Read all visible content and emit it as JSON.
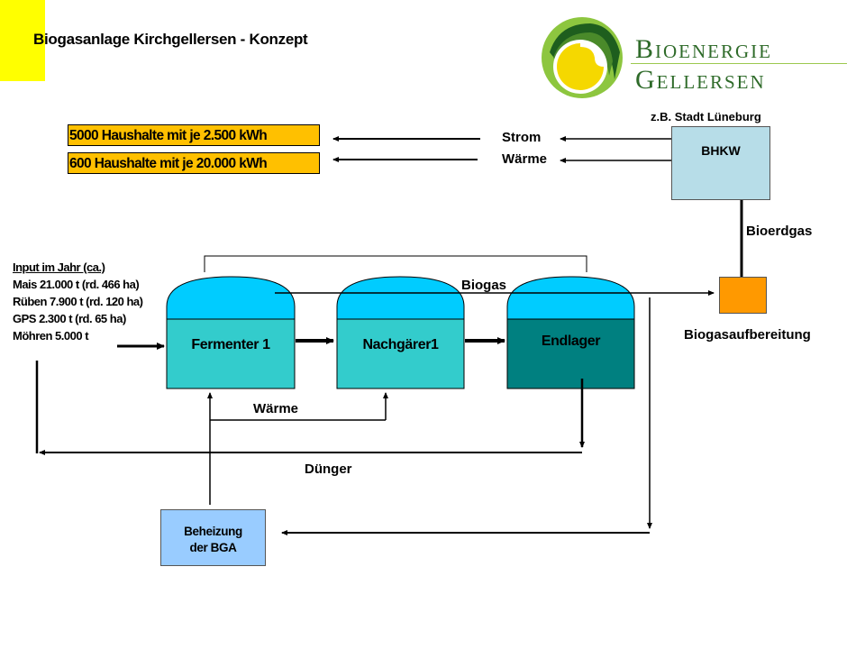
{
  "title": "Biogasanlage Kirchgellersen - Konzept",
  "logo": {
    "line1": "Bioenergie",
    "line2": "Gellersen",
    "colors": {
      "outer": "#8dc63f",
      "dark": "#1e5e1e",
      "mid": "#4a8a2a",
      "sun": "#f5d800"
    }
  },
  "households": [
    {
      "text": "5000 Haushalte mit je 2.500 kWh"
    },
    {
      "text": "600 Haushalte mit je 20.000 kWh"
    }
  ],
  "outputs": {
    "strom": "Strom",
    "waerme": "Wärme"
  },
  "bhkw": {
    "location": "z.B. Stadt Lüneburg",
    "label": "BHKW"
  },
  "bioerdgas": "Bioerdgas",
  "biogas": "Biogas",
  "biogasaufbereitung": "Biogasaufbereitung",
  "input": {
    "header": "Input im Jahr (ca.)",
    "items": [
      "Mais 21.000 t  (rd. 466 ha)",
      "Rüben 7.900 t (rd. 120 ha)",
      "GPS 2.300 t (rd. 65 ha)",
      "Möhren  5.000 t"
    ]
  },
  "tanks": [
    {
      "label": "Fermenter 1",
      "body_color": "#33cccc"
    },
    {
      "label": "Nachgärer1",
      "body_color": "#33cccc"
    },
    {
      "label": "Endlager",
      "body_color": "#008080"
    }
  ],
  "dome_color": "#00ccff",
  "waerme_internal": "Wärme",
  "duenger": "Dünger",
  "heizung": {
    "line1": "Beheizung",
    "line2": "der BGA"
  }
}
